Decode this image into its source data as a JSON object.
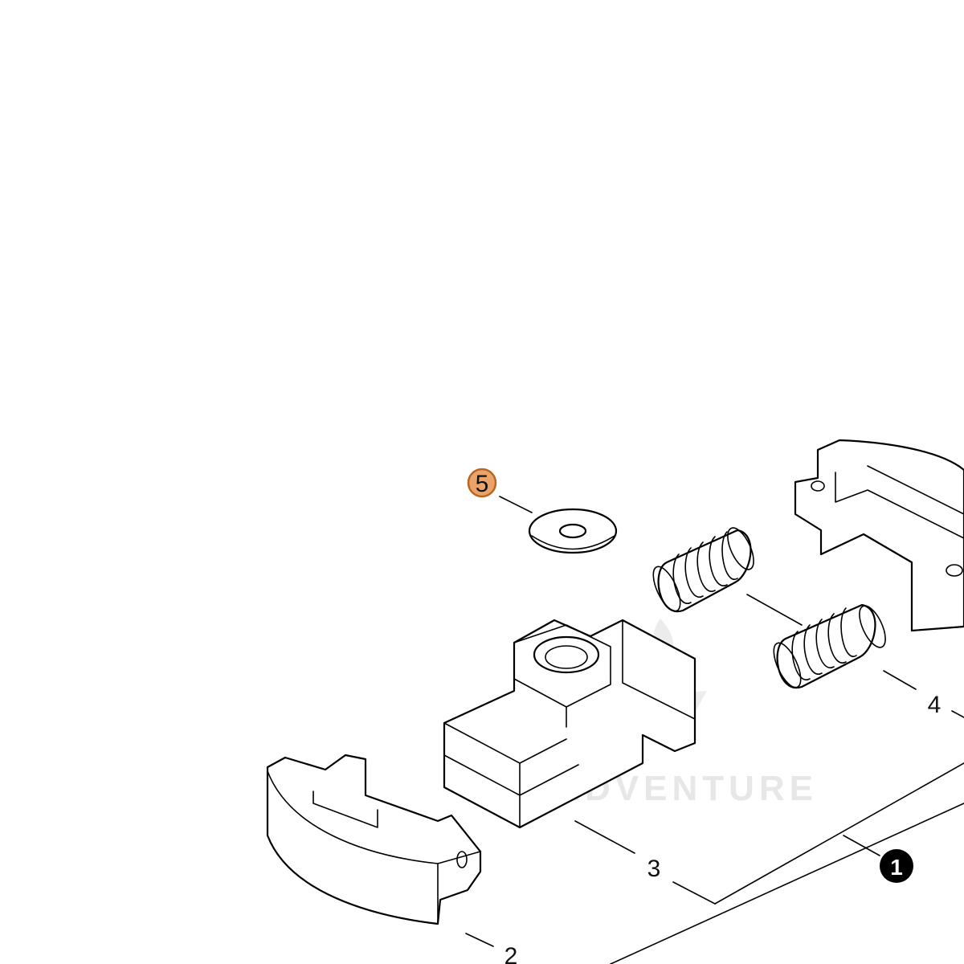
{
  "watermark": {
    "text": "LEADVENTURE"
  },
  "callouts": [
    {
      "id": "5",
      "text": "5",
      "style": "highlighted",
      "color": "#e9a36b",
      "ring": "#b8671f"
    },
    {
      "id": "4",
      "text": "4",
      "style": "plain"
    },
    {
      "id": "3",
      "text": "3",
      "style": "plain"
    },
    {
      "id": "2",
      "text": "2",
      "style": "plain"
    },
    {
      "id": "1",
      "text": "1",
      "style": "filled-black"
    }
  ],
  "colors": {
    "line": "#000000",
    "background": "#ffffff",
    "highlight": "#e9a36b"
  }
}
